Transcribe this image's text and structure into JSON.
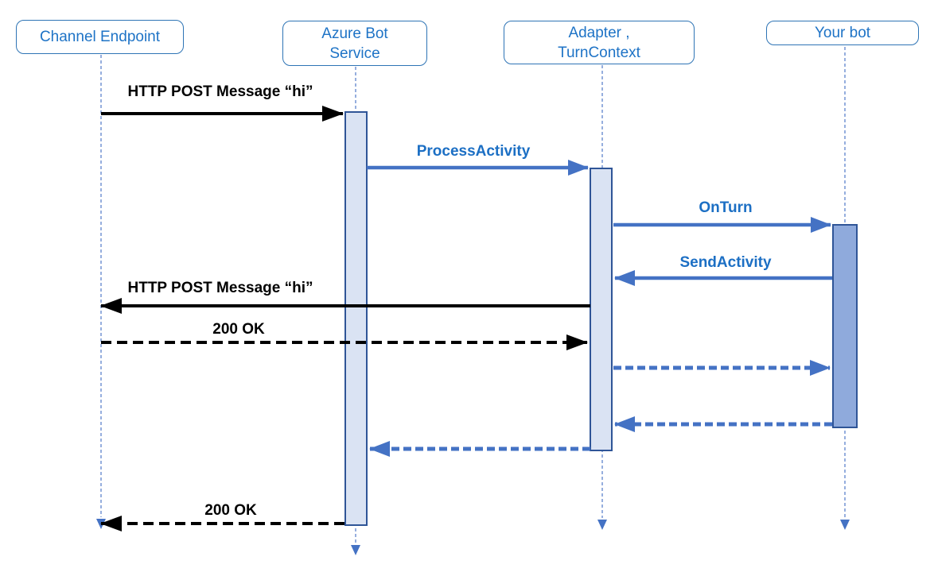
{
  "diagram": {
    "type": "sequence",
    "actors": [
      {
        "label": "Channel Endpoint",
        "lines": [
          "Channel Endpoint"
        ]
      },
      {
        "label": "Azure Bot Service",
        "lines": [
          "Azure Bot",
          "Service"
        ]
      },
      {
        "label": "Adapter , TurnContext",
        "lines": [
          "Adapter ,",
          "TurnContext"
        ]
      },
      {
        "label": "Your bot",
        "lines": [
          "Your bot"
        ]
      }
    ],
    "messages": [
      {
        "label": "HTTP POST Message “hi”",
        "from": "Channel Endpoint",
        "to": "Azure Bot Service",
        "line": "solid",
        "color": "black"
      },
      {
        "label": "ProcessActivity",
        "from": "Azure Bot Service",
        "to": "Adapter , TurnContext",
        "line": "solid",
        "color": "blue"
      },
      {
        "label": "OnTurn",
        "from": "Adapter , TurnContext",
        "to": "Your bot",
        "line": "solid",
        "color": "blue"
      },
      {
        "label": "SendActivity",
        "from": "Your bot",
        "to": "Adapter , TurnContext",
        "line": "solid",
        "color": "blue"
      },
      {
        "label": "HTTP POST Message “hi”",
        "from": "Adapter , TurnContext",
        "to": "Channel Endpoint",
        "line": "solid",
        "color": "black"
      },
      {
        "label": "200 OK",
        "from": "Channel Endpoint",
        "to": "Adapter , TurnContext",
        "line": "dashed",
        "color": "black"
      },
      {
        "label": "",
        "from": "Adapter , TurnContext",
        "to": "Your bot",
        "line": "dashed",
        "color": "blue"
      },
      {
        "label": "",
        "from": "Your bot",
        "to": "Adapter , TurnContext",
        "line": "dashed",
        "color": "blue"
      },
      {
        "label": "",
        "from": "Adapter , TurnContext",
        "to": "Azure Bot Service",
        "line": "dashed",
        "color": "blue"
      },
      {
        "label": "200 OK",
        "from": "Azure Bot Service",
        "to": "Channel Endpoint",
        "line": "dashed",
        "color": "black"
      }
    ],
    "colors": {
      "actor_border": "#2E74B5",
      "actor_text": "#1E73C6",
      "message_text_blue": "#1C6FC4",
      "message_text_black": "#000000",
      "arrow_blue": "#4472C4",
      "arrow_black": "#000000",
      "lifeline": "#7C9BD6",
      "activation_fill_light": "#DAE3F3",
      "activation_fill_dark": "#8FAADC",
      "activation_border": "#2F5597"
    }
  }
}
